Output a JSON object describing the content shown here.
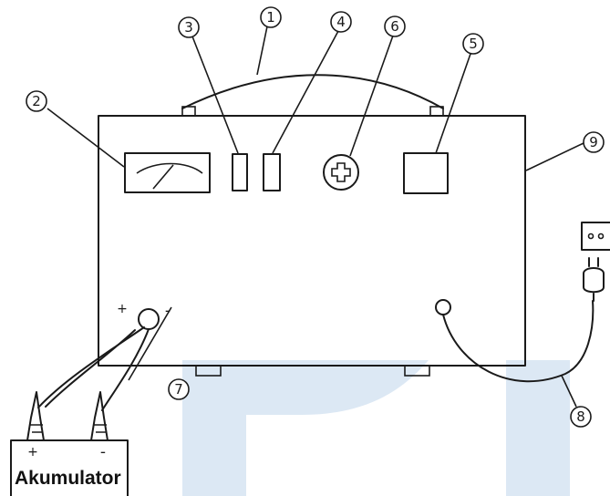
{
  "callouts": {
    "n1": "1",
    "n2": "2",
    "n3": "3",
    "n4": "4",
    "n5": "5",
    "n6": "6",
    "n7": "7",
    "n8": "8",
    "n9": "9"
  },
  "terminals": {
    "plus": "+",
    "minus": "-"
  },
  "battery": {
    "label": "Akumulator",
    "plus": "+",
    "minus": "-"
  },
  "colors": {
    "line": "#1a1a1a",
    "watermark": "#dce8f4"
  }
}
